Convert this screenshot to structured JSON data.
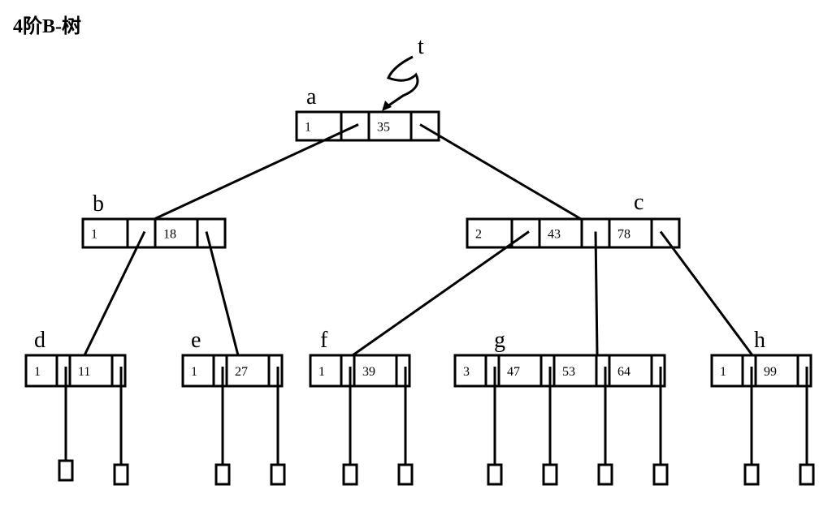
{
  "title": "4阶B-树",
  "pointer_label": "t",
  "nodes": [
    {
      "id": "a",
      "label": "a",
      "n": "1",
      "keys": [
        "35"
      ]
    },
    {
      "id": "b",
      "label": "b",
      "n": "1",
      "keys": [
        "18"
      ]
    },
    {
      "id": "c",
      "label": "c",
      "n": "2",
      "keys": [
        "43",
        "78"
      ]
    },
    {
      "id": "d",
      "label": "d",
      "n": "1",
      "keys": [
        "11"
      ]
    },
    {
      "id": "e",
      "label": "e",
      "n": "1",
      "keys": [
        "27"
      ]
    },
    {
      "id": "f",
      "label": "f",
      "n": "1",
      "keys": [
        "39"
      ]
    },
    {
      "id": "g",
      "label": "g",
      "n": "3",
      "keys": [
        "47",
        "53",
        "64"
      ]
    },
    {
      "id": "h",
      "label": "h",
      "n": "1",
      "keys": [
        "99"
      ]
    }
  ],
  "edges": [
    {
      "from": "a",
      "ptr": 0,
      "to": "b"
    },
    {
      "from": "a",
      "ptr": 1,
      "to": "c"
    },
    {
      "from": "b",
      "ptr": 0,
      "to": "d"
    },
    {
      "from": "b",
      "ptr": 1,
      "to": "e"
    },
    {
      "from": "c",
      "ptr": 0,
      "to": "f"
    },
    {
      "from": "c",
      "ptr": 1,
      "to": "g"
    },
    {
      "from": "c",
      "ptr": 2,
      "to": "h"
    }
  ],
  "leaf_nodes": "failure-nodes"
}
